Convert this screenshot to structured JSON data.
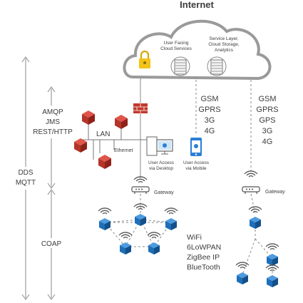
{
  "title": "Internet",
  "cloud": {
    "user_facing": [
      "User Facing",
      "Cloud Services"
    ],
    "service_layer": [
      "Service Layer,",
      "Cloud Storage,",
      "Analytics"
    ]
  },
  "left_protocols": {
    "amqp": "AMQP",
    "jms": "JMS",
    "rest": "REST/HTTP",
    "dds": "DDS",
    "mqtt": "MQTT",
    "coap": "COAP"
  },
  "network": {
    "lan": "LAN",
    "ethernet": "Ethernet",
    "desktop": [
      "User Access",
      "via Desktop"
    ],
    "mobile": [
      "User Access",
      "via Mobile"
    ]
  },
  "cellular_mid": [
    "GSM",
    "GPRS",
    "3G",
    "4G"
  ],
  "cellular_right": [
    "GSM",
    "GPRS",
    "GPS",
    "3G",
    "4G"
  ],
  "gateway_left": "Gateway",
  "gateway_right": "Gateway",
  "wireless": [
    "WiFi",
    "6LoWPAN",
    "ZigBee IP",
    "BlueTooth"
  ],
  "colors": {
    "cube_red": "#c0392b",
    "cube_blue": "#1e6fb8",
    "line_gray": "#8a8a8a",
    "lock": "#f3c318",
    "phone": "#2a7fd4"
  }
}
